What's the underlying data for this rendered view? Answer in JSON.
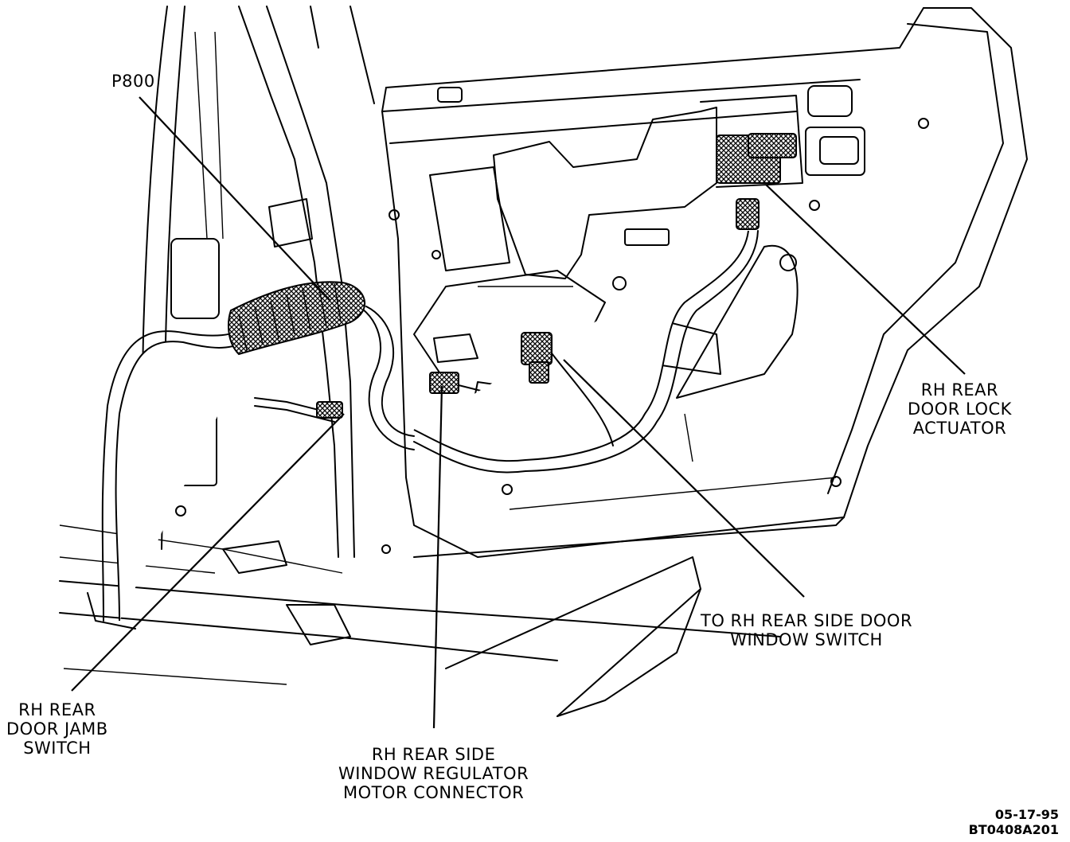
{
  "diagram": {
    "callouts": {
      "p800": [
        "P800"
      ],
      "lock_actuator": [
        "RH REAR",
        "DOOR LOCK",
        "ACTUATOR"
      ],
      "window_switch": [
        "TO RH REAR SIDE DOOR",
        "WINDOW SWITCH"
      ],
      "jamb_switch": [
        "RH REAR",
        "DOOR JAMB",
        "SWITCH"
      ],
      "regulator_connector": [
        "RH REAR SIDE",
        "WINDOW REGULATOR",
        "MOTOR CONNECTOR"
      ]
    },
    "stamp": {
      "date": "05-17-95",
      "code": "BT0408A201"
    }
  }
}
